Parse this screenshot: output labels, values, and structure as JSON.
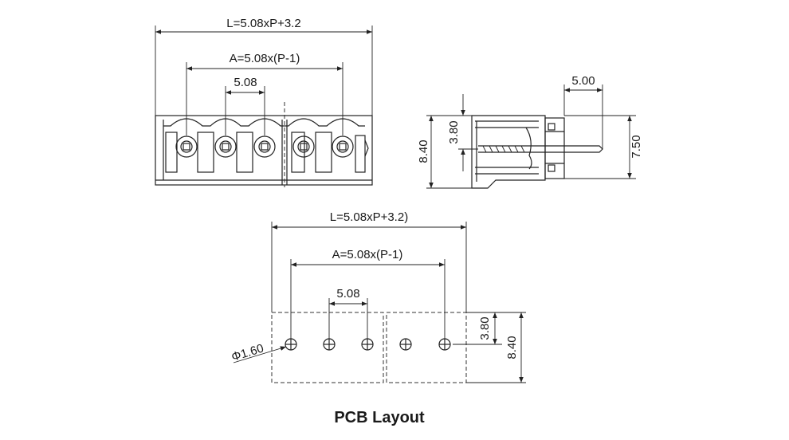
{
  "front_view": {
    "overall_length": "L=5.08xP+3.2",
    "pitch_span": "A=5.08x(P-1)",
    "pitch": "5.08"
  },
  "side_view": {
    "pin_length": "5.00",
    "height_left": "8.40",
    "pin_offset": "3.80",
    "height_right": "7.50"
  },
  "pcb_layout": {
    "overall_length": "L=5.08xP+3.2)",
    "pitch_span": "A=5.08x(P-1)",
    "pitch": "5.08",
    "hole_diameter": "Φ1.60",
    "row_offset": "3.80",
    "depth": "8.40",
    "caption": "PCB Layout"
  }
}
